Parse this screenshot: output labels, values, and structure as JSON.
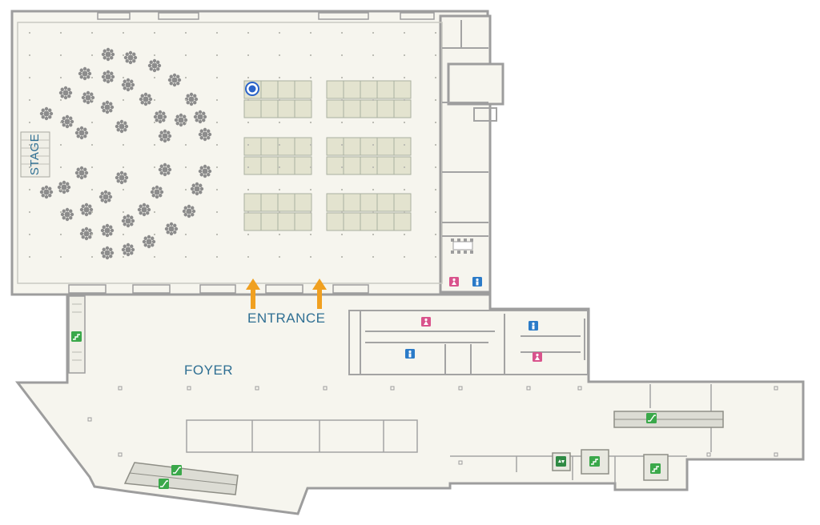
{
  "labels": {
    "stage": "STAGE",
    "entrance": "ENTRANCE",
    "foyer": "FOYER"
  },
  "colors": {
    "floor": "#f6f5ee",
    "wall": "#9d9d9d",
    "booth": "#e3e3cf",
    "booth_border": "#aab0a0",
    "round_table": "#8c8c8c",
    "label_text": "#2f6f93",
    "entrance_arrow": "#f0a020",
    "restroom_women": "#d9538c",
    "restroom_men": "#2b7bc8",
    "stairs_icon": "#3aa84a",
    "you_are_here": "#2a63c9"
  },
  "icons": [
    "you-are-here-marker-icon",
    "entrance-arrow-icon",
    "womens-restroom-icon",
    "mens-restroom-icon",
    "stairs-icon",
    "escalator-icon",
    "elevator-icon"
  ]
}
